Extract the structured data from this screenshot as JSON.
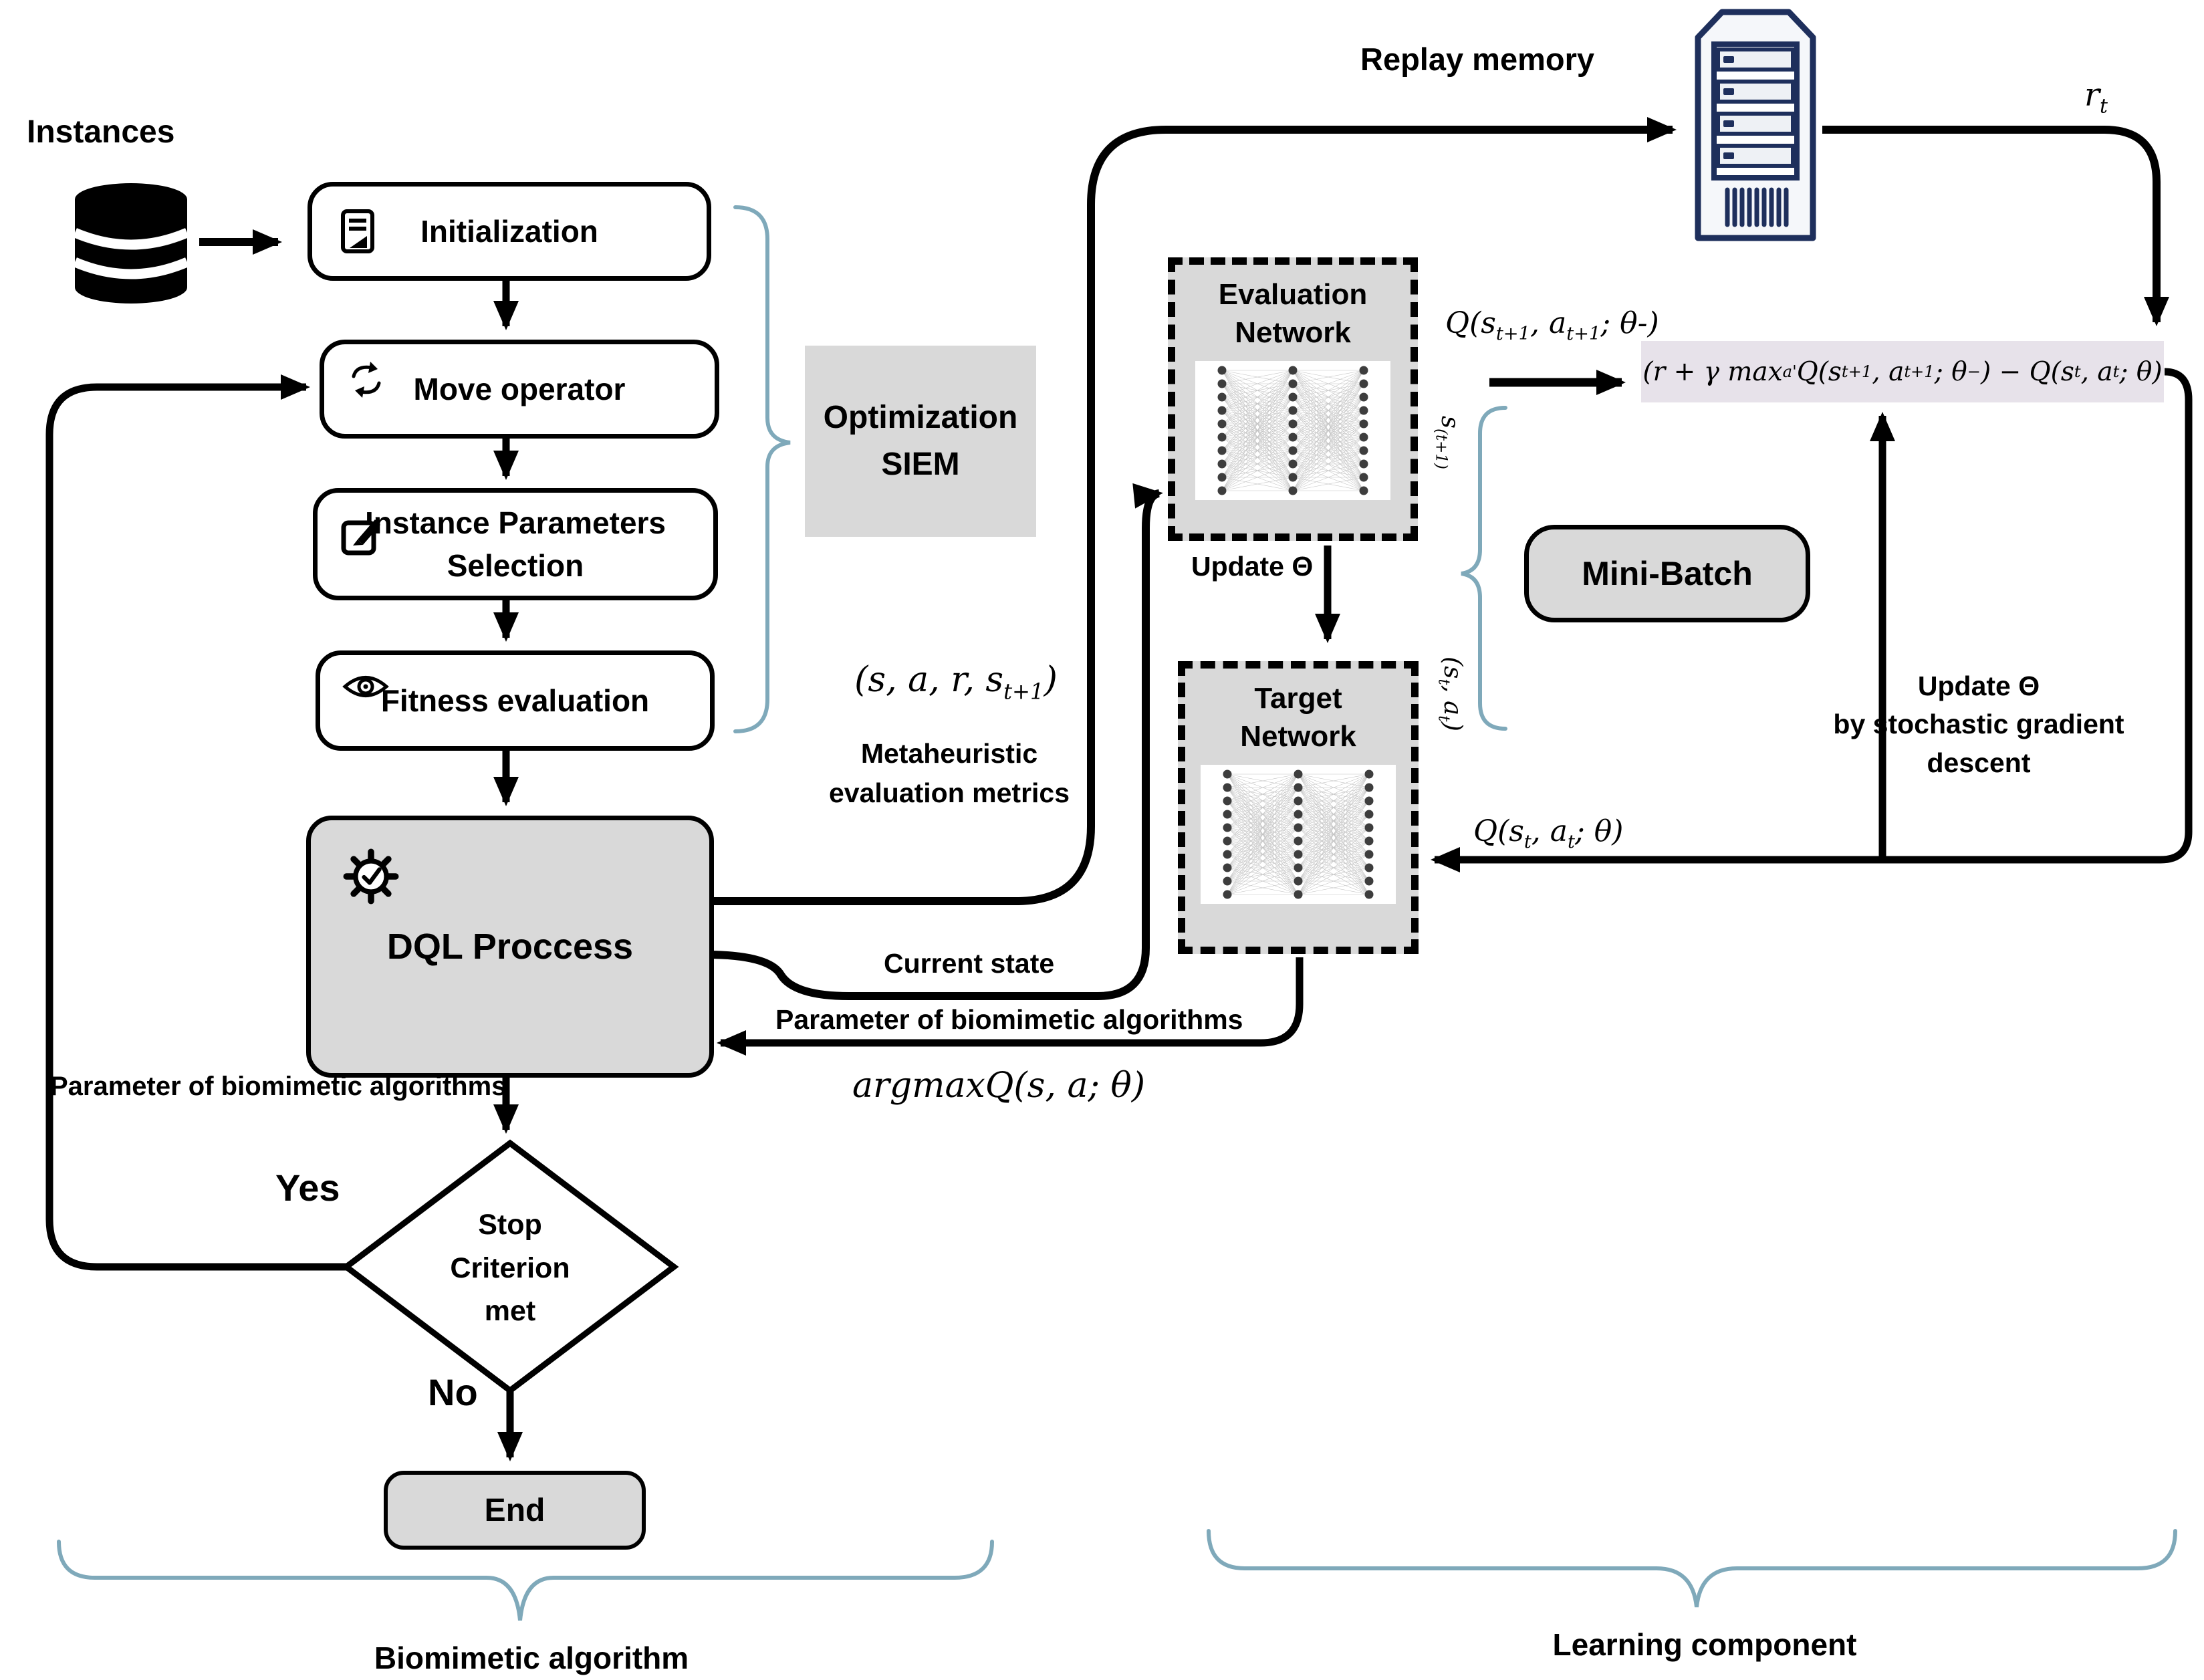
{
  "colors": {
    "box_gray": "#d9d9d9",
    "formula_bg": "#e7e2ea",
    "brace_blue": "#7fa9ba",
    "server_navy": "#1e2f5c"
  },
  "left_flow": {
    "instances_label": "Instances",
    "initialization": "Initialization",
    "move_operator": "Move operator",
    "instance_parameters_selection": "Instance Parameters Selection",
    "fitness_evaluation": "Fitness evaluation",
    "dql_process": "DQL Proccess",
    "parameter_label_left": "Parameter of biomimetic algorithms",
    "decision": {
      "lines": [
        "Stop",
        "Criterion",
        "met"
      ],
      "yes": "Yes",
      "no": "No"
    },
    "end": "End"
  },
  "middle": {
    "optimization_siem": "Optimization SIEM",
    "transition_tuple": "(s, a, r, s<sub>t+1</sub>)",
    "metaheuristic_metrics": "Metaheuristic evaluation metrics",
    "current_state": "Current state",
    "parameter_label_right": "Parameter of biomimetic algorithms",
    "argmax": "argmaxQ(s, a; θ)"
  },
  "learning": {
    "replay_memory": "Replay memory",
    "reward": "r<sub>t</sub>",
    "evaluation_network": "Evaluation Network",
    "target_network": "Target Network",
    "update_theta": "Update Θ",
    "q_next": "Q(s<sub>t+1</sub>, a<sub>t+1</sub>; θ-)",
    "td_formula": "(r + γ max<sub>a'</sub> Q(s<sub>t+1</sub>, a<sub>t+1</sub>; θ<sup>−</sup>) − Q(s<sub>t</sub>, a<sub>t</sub>; θ)",
    "mini_batch": "Mini-Batch",
    "batch_state_next": "s<sub>(t+1)</sub>",
    "batch_state_action": "(s<sub>t</sub>, a<sub>t</sub>)",
    "sgd_lines": [
      "Update Θ",
      "by stochastic gradient",
      "descent"
    ],
    "q_current": "Q(s<sub>t</sub>, a<sub>t</sub>; θ)"
  },
  "footers": {
    "biomimetic": "Biomimetic algorithm",
    "learning": "Learning component"
  },
  "icons": {
    "database": "database-icon",
    "document": "document-icon",
    "sync": "sync-icon",
    "edit": "edit-icon",
    "eye": "eye-icon",
    "gear_check": "gear-check-icon",
    "server": "server-icon",
    "neural_network": "neural-network-graphic"
  }
}
